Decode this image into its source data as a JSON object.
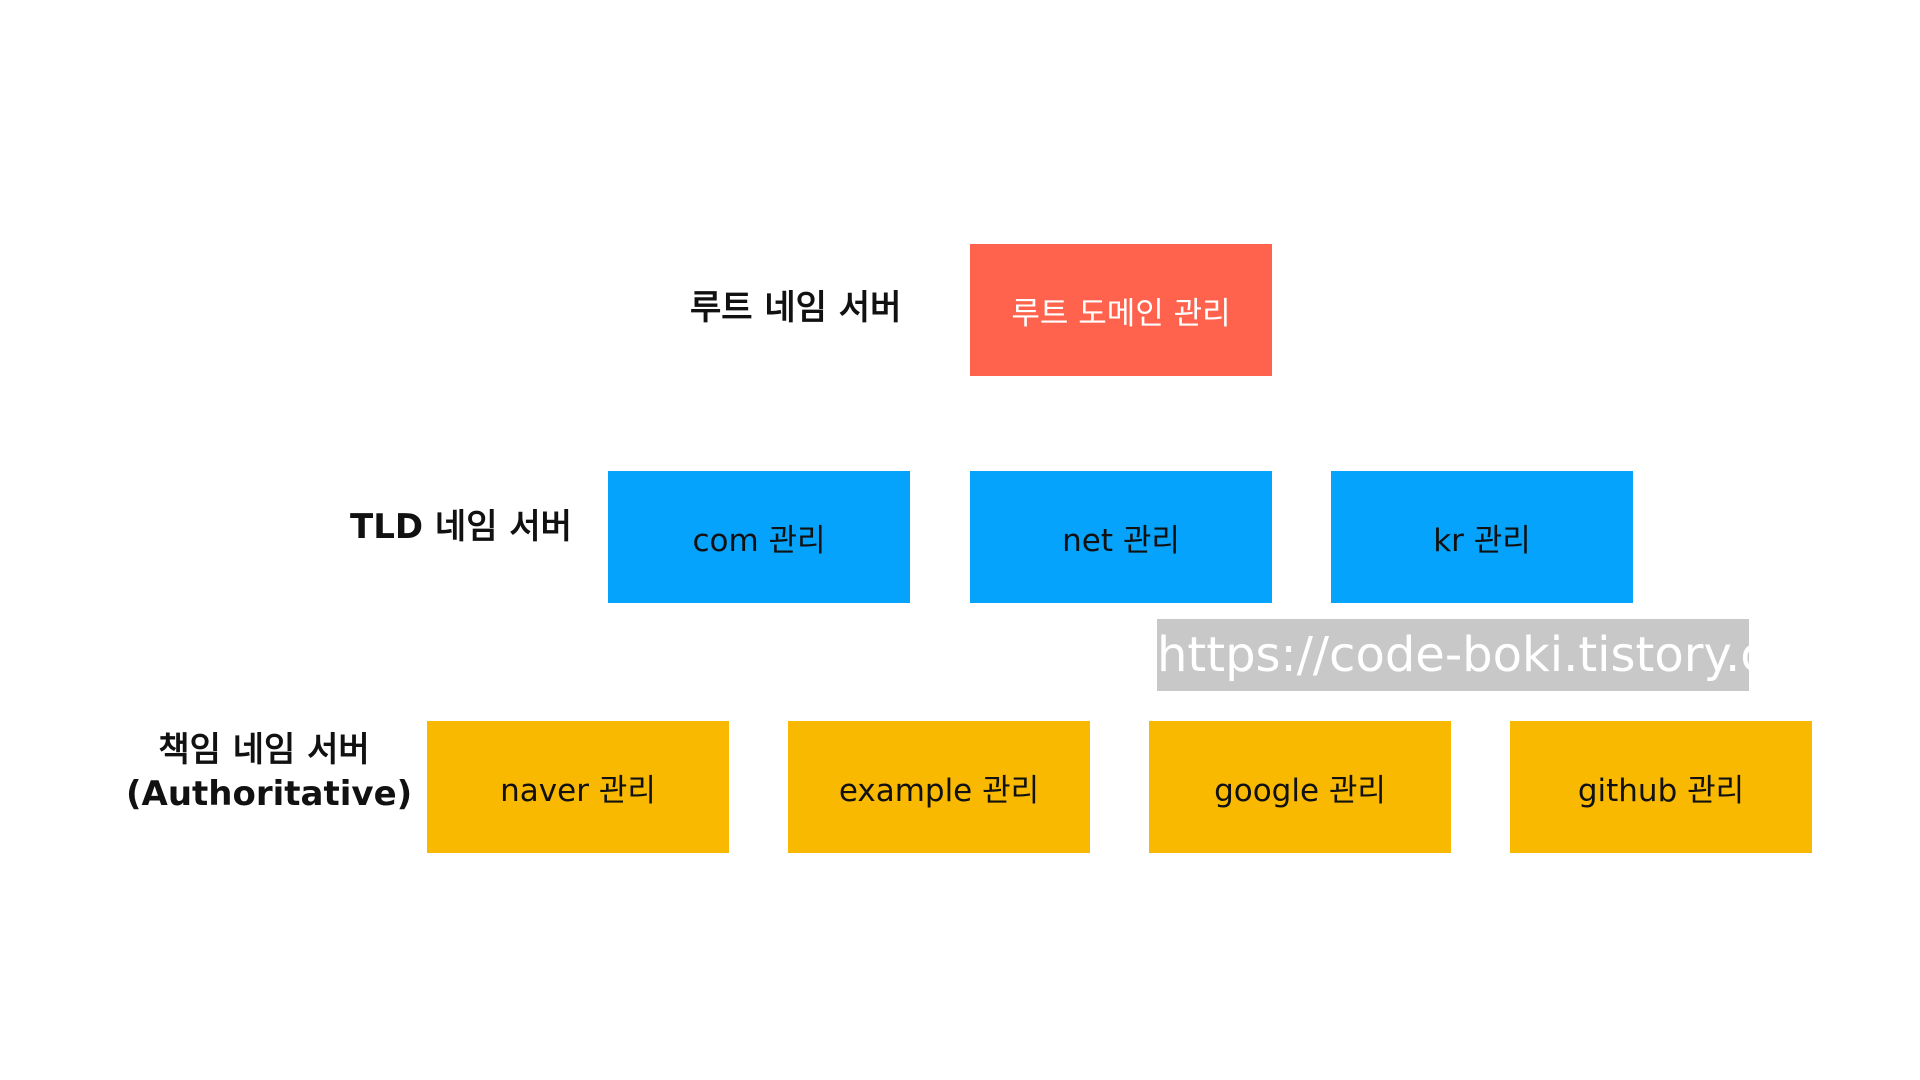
{
  "tiers": {
    "root": {
      "label": "루트 네임 서버",
      "nodes": [
        "루트 도메인 관리"
      ],
      "color": "#FF634D"
    },
    "tld": {
      "label": "TLD 네임 서버",
      "nodes": [
        "com 관리",
        "net 관리",
        "kr 관리"
      ],
      "color": "#06A3FC"
    },
    "authoritative": {
      "label_line1": "책임 네임 서버",
      "label_line2": "(Authoritative)",
      "nodes": [
        "naver 관리",
        "example 관리",
        "google 관리",
        "github 관리"
      ],
      "color": "#F8B900"
    }
  },
  "watermark": "https://code-boki.tistory.com"
}
